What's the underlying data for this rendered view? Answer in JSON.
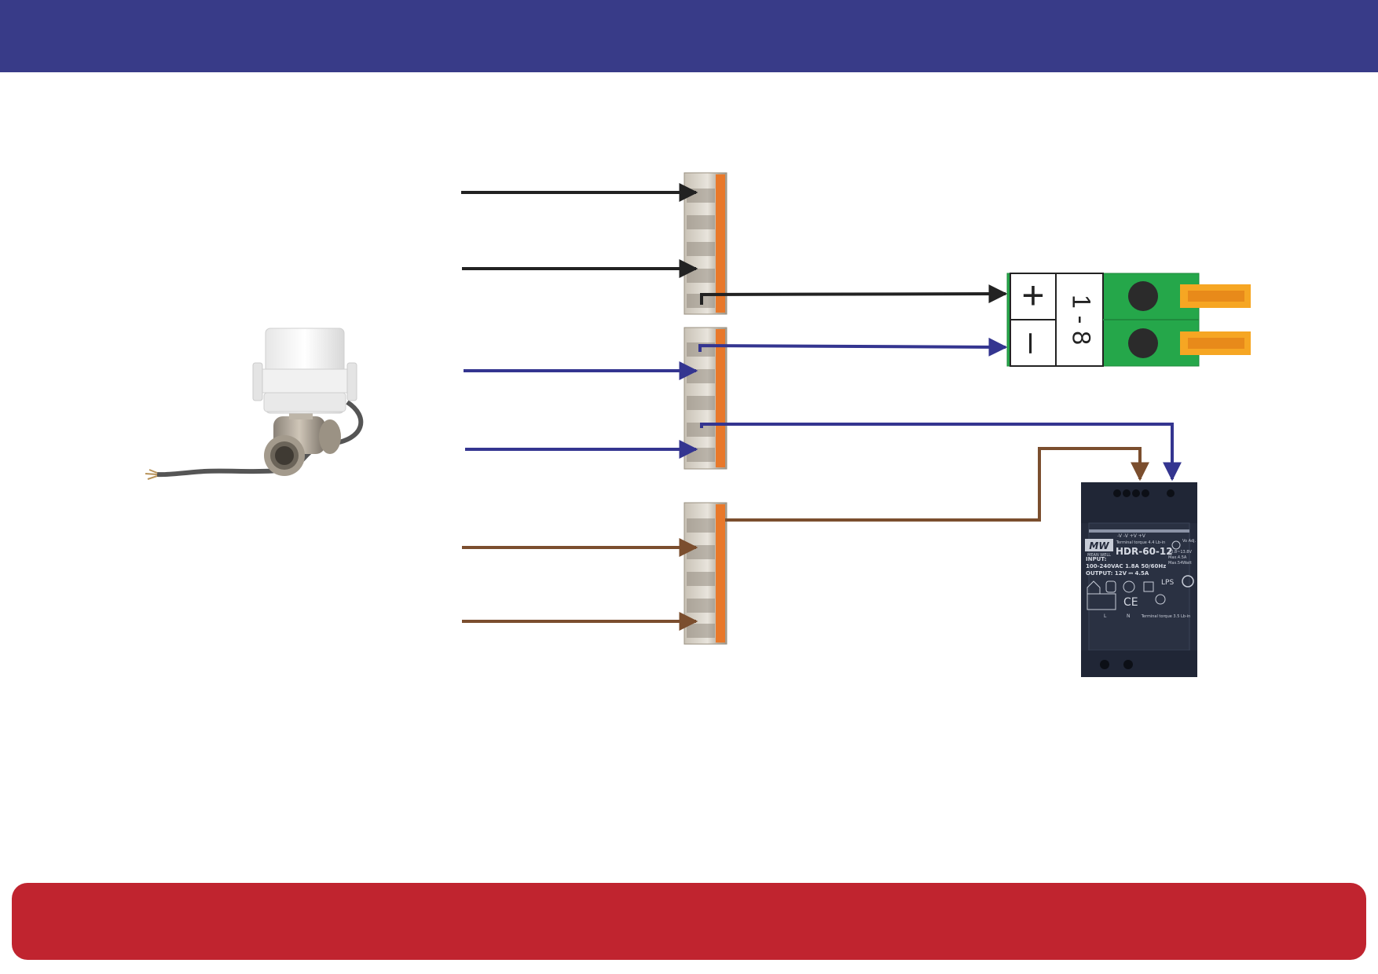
{
  "colors": {
    "top_bar": "#383b88",
    "bottom_bar": "#c0242f",
    "wire_black": "#222222",
    "wire_blue": "#343590",
    "wire_brown": "#7b4e2e",
    "terminal_green": "#25a74a",
    "terminal_orange": "#f6a623",
    "connector_orange": "#e8782a"
  },
  "icons": {
    "valve": "motorized-ball-valve-icon",
    "connector": "wago-lever-connector-icon",
    "terminal": "screw-terminal-block-icon",
    "psu": "din-rail-power-supply-icon"
  },
  "terminal": {
    "plus": "+",
    "minus": "–",
    "channel": "1 - 8"
  },
  "psu": {
    "brand": "MW",
    "brand_sub": "MEAN WELL",
    "model": "HDR-60-12",
    "top_label": "-V  -V  +V  +V",
    "torque_top": "Terminal torque 4.4 Lb-in",
    "vo_adj": "Vo Adj.",
    "spec_right_1": "10.8~13.8V",
    "spec_right_2": "Max.4.5A",
    "spec_right_3": "Max.54Watt",
    "input_label": "INPUT:",
    "input_value": "100-240VAC  1.8A  50/60Hz",
    "output_value": "OUTPUT: 12V ⎓ 4.5A",
    "lps": "LPS",
    "ce": "CE",
    "terminal_l": "L",
    "terminal_n": "N",
    "torque_bottom": "Terminal torque 3.5 Lb-in"
  }
}
